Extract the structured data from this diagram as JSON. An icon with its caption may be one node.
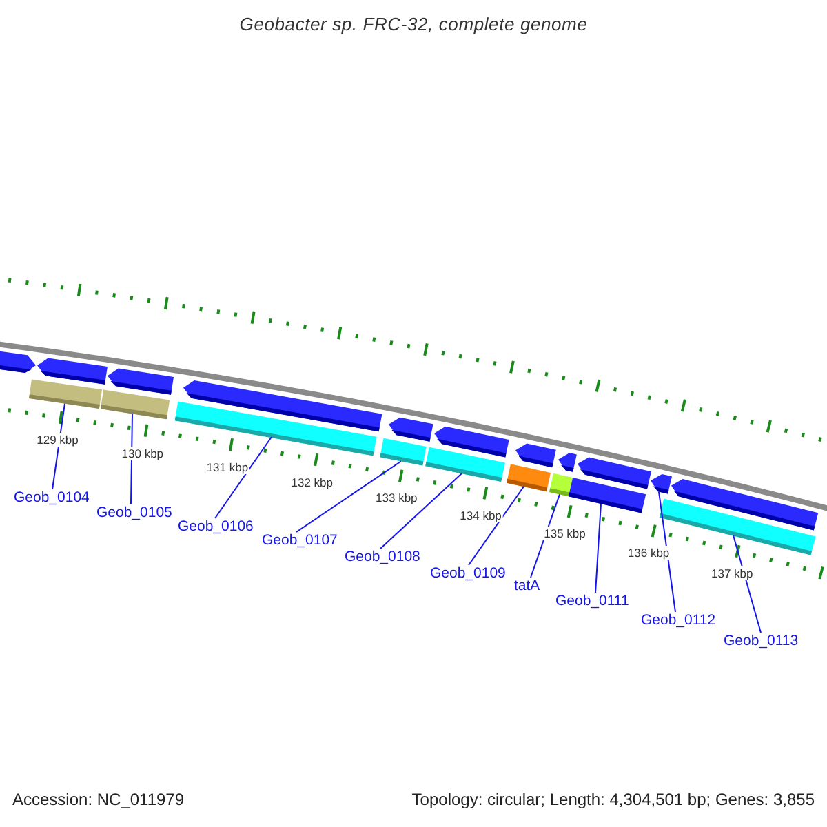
{
  "diagram": {
    "title": "Geobacter sp. FRC-32, complete genome",
    "nodes": [
      {
        "text": [
          "Geob_0104"
        ]
      },
      {
        "text": [
          "Geob_0105"
        ]
      },
      {
        "text": [
          "Geob_0106"
        ]
      },
      {
        "text": [
          "Geob_0107"
        ]
      },
      {
        "text": [
          "Geob_0108"
        ]
      },
      {
        "text": [
          "Geob_0109"
        ]
      },
      {
        "text": [
          "tatA"
        ]
      },
      {
        "text": [
          "Geob_0111"
        ]
      },
      {
        "text": [
          "Geob_0112"
        ]
      },
      {
        "text": [
          "Geob_0113"
        ]
      },
      {
        "text": [],
        "shape": "bar"
      },
      {
        "text": [],
        "shape": "bar"
      },
      {
        "text": [],
        "shape": "bar"
      },
      {
        "text": [],
        "shape": "bar"
      },
      {
        "text": [],
        "shape": "bar"
      },
      {
        "text": [],
        "shape": "bar"
      },
      {
        "text": [],
        "shape": "bar"
      },
      {
        "text": [],
        "shape": "bar"
      },
      {
        "text": [],
        "shape": "arrow"
      },
      {
        "text": [],
        "shape": "bar"
      }
    ],
    "edges": [
      {
        "from": 0,
        "to": 10,
        "arrow": "none"
      },
      {
        "from": 1,
        "to": 11,
        "arrow": "none"
      },
      {
        "from": 2,
        "to": 12,
        "arrow": "none"
      },
      {
        "from": 3,
        "to": 13,
        "arrow": "none"
      },
      {
        "from": 4,
        "to": 14,
        "arrow": "none"
      },
      {
        "from": 5,
        "to": 15,
        "arrow": "none"
      },
      {
        "from": 6,
        "to": 16,
        "arrow": "none"
      },
      {
        "from": 7,
        "to": 17,
        "arrow": "none"
      },
      {
        "from": 8,
        "to": 18,
        "arrow": "none"
      },
      {
        "from": 9,
        "to": 19,
        "arrow": "none"
      }
    ],
    "labels": [
      "129 kbp",
      "130 kbp",
      "131 kbp",
      "132 kbp",
      "133 kbp",
      "134 kbp",
      "135 kbp",
      "136 kbp",
      "137 kbp",
      "Accession: NC_011979",
      "Topology: circular; Length: 4,304,501 bp; Genes: 3,855"
    ]
  }
}
